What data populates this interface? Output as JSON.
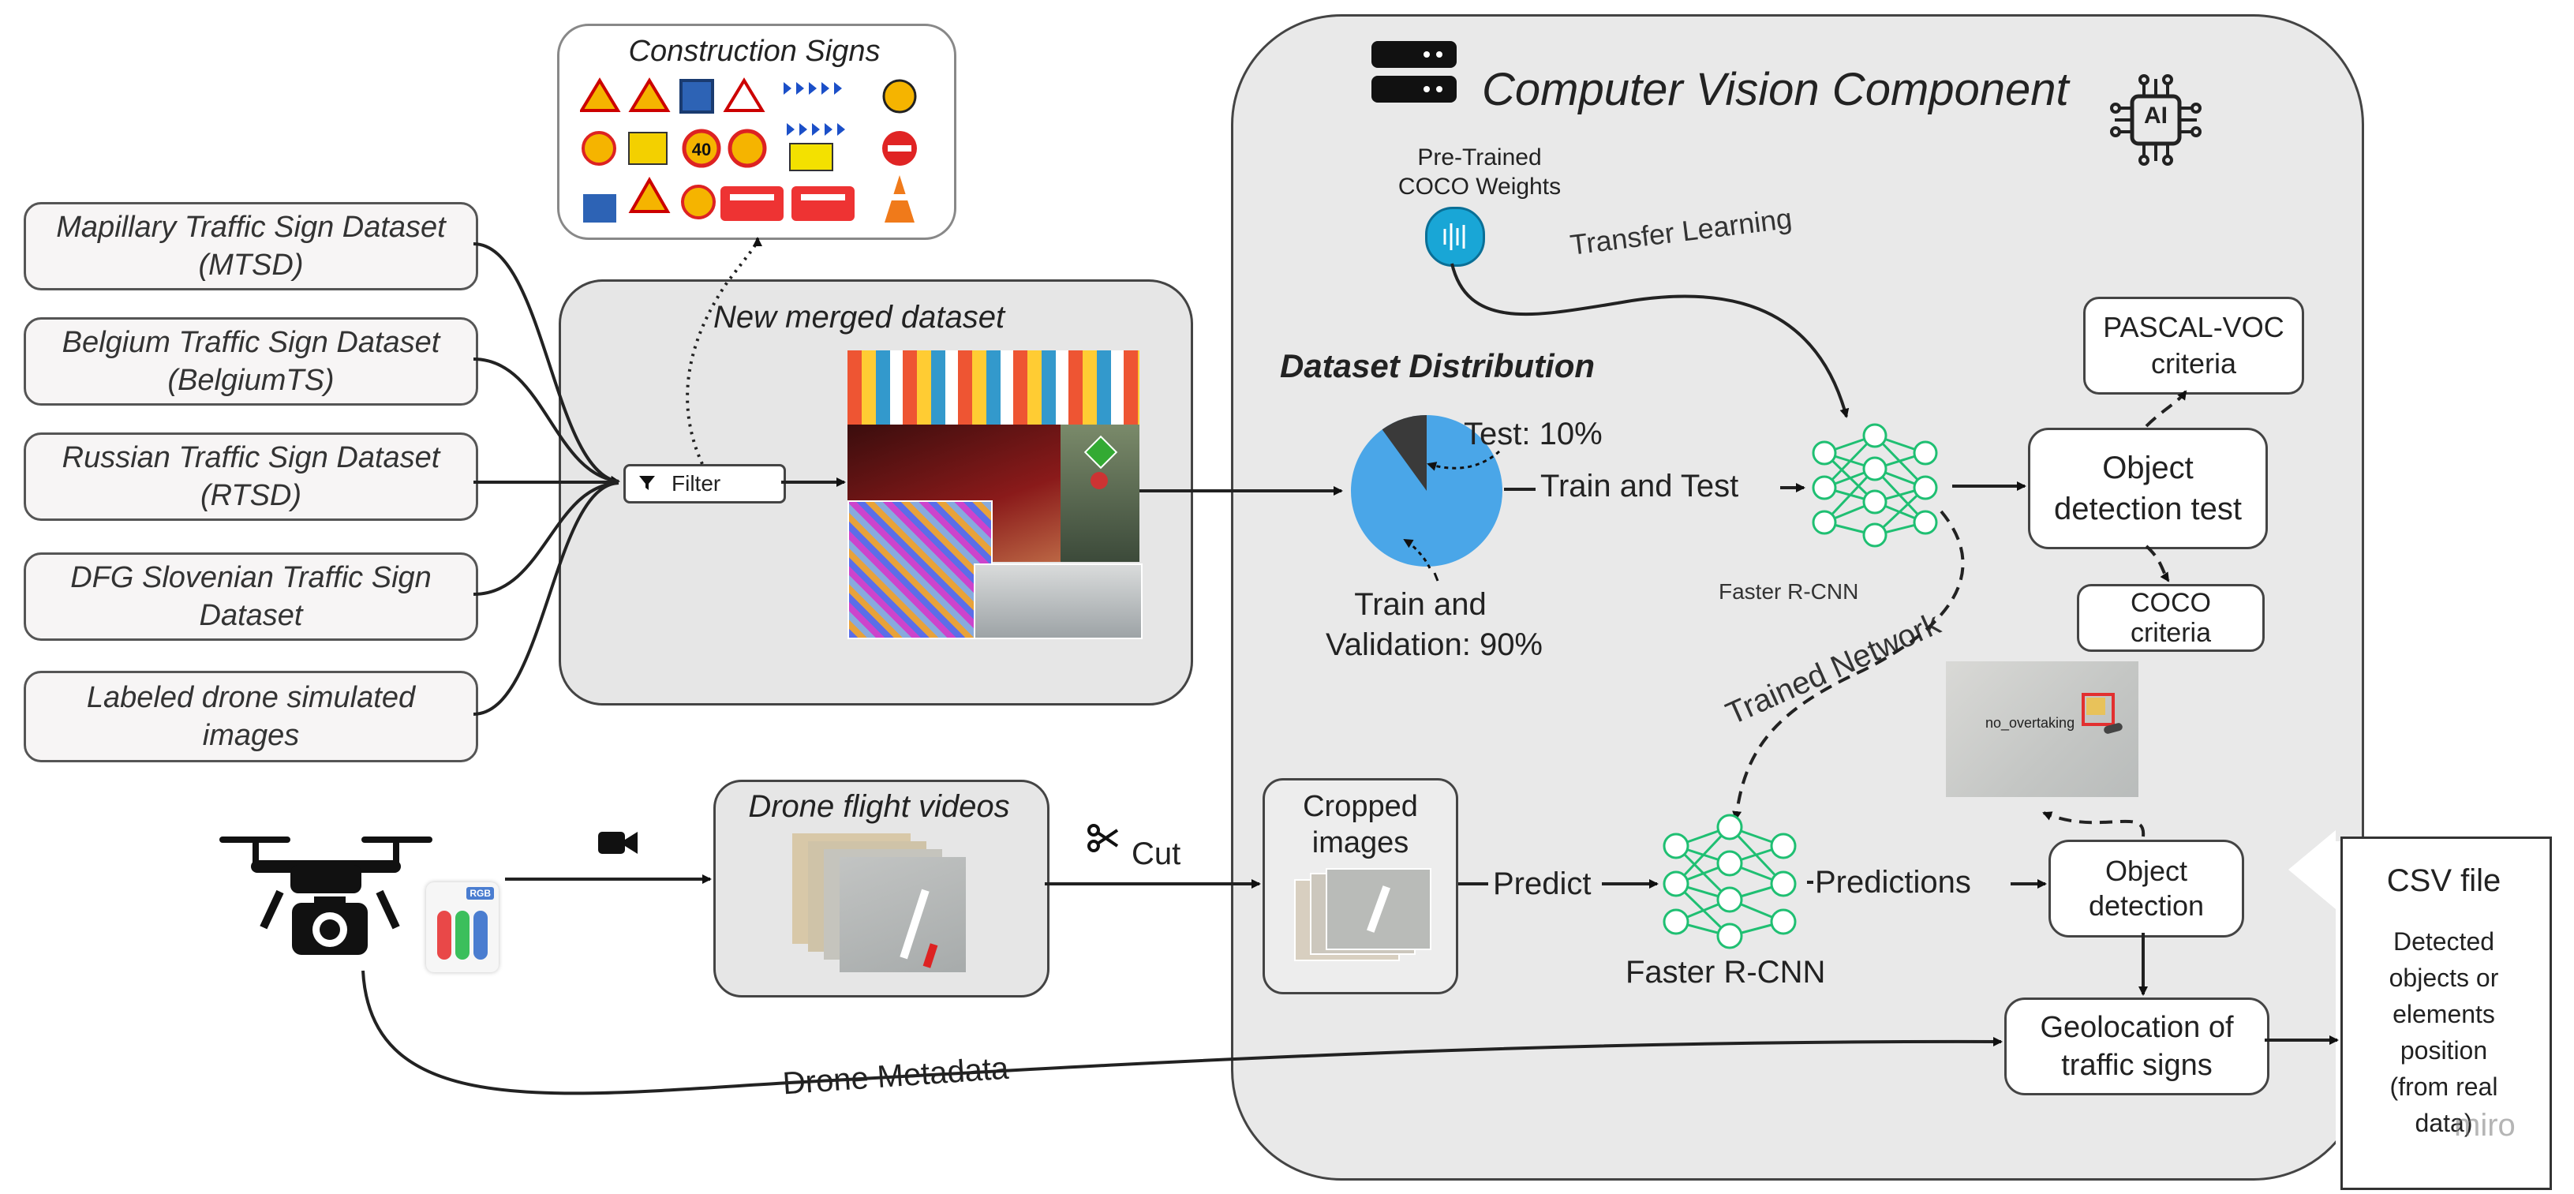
{
  "construction": {
    "title": "Construction Signs"
  },
  "datasets": [
    {
      "line1": "Mapillary Traffic Sign Dataset",
      "line2": "(MTSD)"
    },
    {
      "line1": "Belgium Traffic Sign Dataset",
      "line2": "(BelgiumTS)"
    },
    {
      "line1": "Russian Traffic Sign Dataset",
      "line2": "(RTSD)"
    },
    {
      "line1": "DFG Slovenian Traffic Sign",
      "line2": "Dataset"
    },
    {
      "line1": "Labeled drone simulated",
      "line2": "images"
    }
  ],
  "merged": {
    "title": "New merged dataset",
    "filter_label": "Filter"
  },
  "cv": {
    "title": "Computer Vision Component",
    "ai_label": "AI",
    "pretrained_line1": "Pre-Trained",
    "pretrained_line2": "COCO Weights",
    "transfer_learning": "Transfer Learning",
    "distribution_title": "Dataset Distribution",
    "test_label": "Test: 10%",
    "train_line1": "Train and",
    "train_line2": "Validation: 90%",
    "train_and_test": "Train and Test",
    "faster_rcnn_top": "Faster R-CNN",
    "pascal_line1": "PASCAL-VOC",
    "pascal_line2": "criteria",
    "odt_line1": "Object",
    "odt_line2": "detection test",
    "coco_line1": "COCO",
    "coco_line2": "criteria",
    "trained_network": "Trained Network",
    "detection_label": "no_overtaking",
    "cropped_line1": "Cropped",
    "cropped_line2": "images",
    "predict": "Predict",
    "faster_rcnn_bottom": "Faster R-CNN",
    "predictions": "Predictions",
    "od_line1": "Object",
    "od_line2": "detection",
    "geo_line1": "Geolocation of",
    "geo_line2": "traffic signs"
  },
  "drone": {
    "videos_title": "Drone flight videos",
    "cut_label": "Cut",
    "metadata_label": "Drone Metadata",
    "rgb_label": "RGB"
  },
  "csv": {
    "title": "CSV file",
    "line1": "Detected",
    "line2": "objects or",
    "line3": "elements",
    "line4": "position",
    "line5": "(from real",
    "line6": "data)",
    "watermark": "miro"
  },
  "colors": {
    "panel": "#e9e9e9",
    "network": "#1fbf72",
    "pie_main": "#4aa6e8",
    "pie_slice": "#3a3a3a",
    "coco_icon": "#19a6d6"
  }
}
